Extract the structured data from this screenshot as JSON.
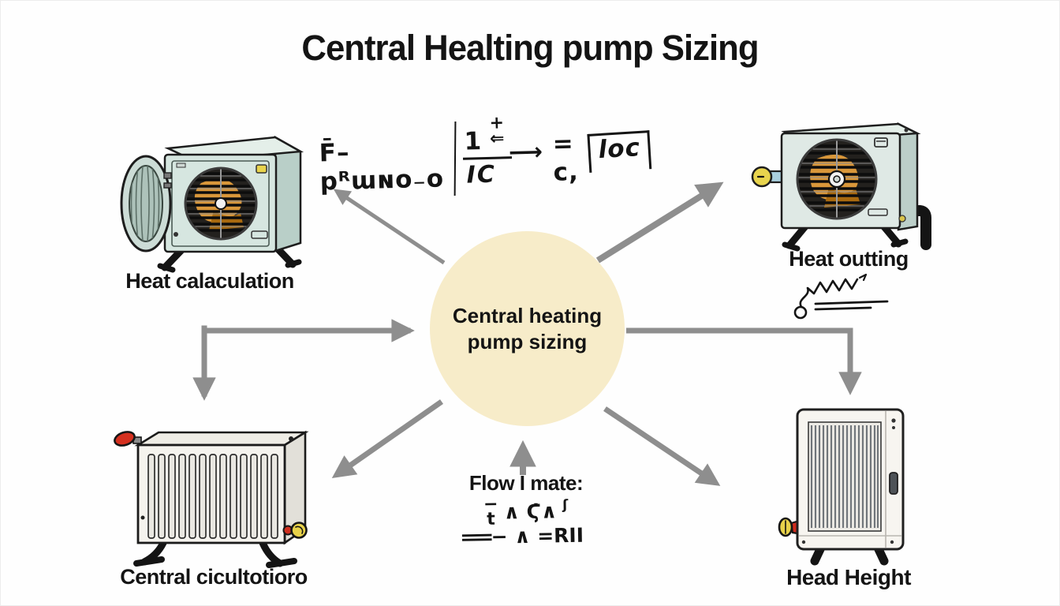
{
  "title": "Central Healting pump Sizing",
  "center_node": {
    "line1": "Central heating",
    "line2": "pump sizing"
  },
  "nodes": {
    "top_left": {
      "label": "Heat calaculation",
      "icon": "fan-heater-open-door-icon"
    },
    "top_right": {
      "label": "Heat outting",
      "icon": "fan-heater-pipes-icon"
    },
    "bottom_left": {
      "label": "Central cicultotioro",
      "icon": "radiator-icon"
    },
    "bottom_right": {
      "label": "Head Height",
      "icon": "tall-radiator-icon"
    }
  },
  "top_formula": {
    "lhs": "F̄– pᴿɯɴo₋o",
    "num": "1",
    "sup_plus": "+",
    "sup_arrow": "⇐",
    "den": "IC",
    "arrow": "⟶",
    "equals": "= c,",
    "boxed": "loc"
  },
  "flow_formula": {
    "label": "Flow I mate:",
    "l1_top": "−",
    "l1_bottom": "t",
    "l1_mid": "∧ Ϛ̇∧",
    "l1_sup": "ʃ",
    "l2_bar": "=",
    "l2_rest": "− ∧ =RII"
  },
  "colors": {
    "bg": "#fefefe",
    "ink": "#141414",
    "arrow": "#8e8e8e",
    "circle_fill": "#f7ecc9",
    "mint_front": "#d6e6e0",
    "mint_side": "#b9cfc8",
    "mint_light": "#e4efe9",
    "grille_dark": "#23211e",
    "blade_orange": "#d9973a",
    "accent_yellow": "#e8d44d",
    "pipe_blue": "#a9cfdd",
    "accent_red": "#d0301e",
    "radiator_front": "#f5f3ee",
    "radiator_side": "#e2e0d9",
    "fin_line": "#70757a"
  }
}
